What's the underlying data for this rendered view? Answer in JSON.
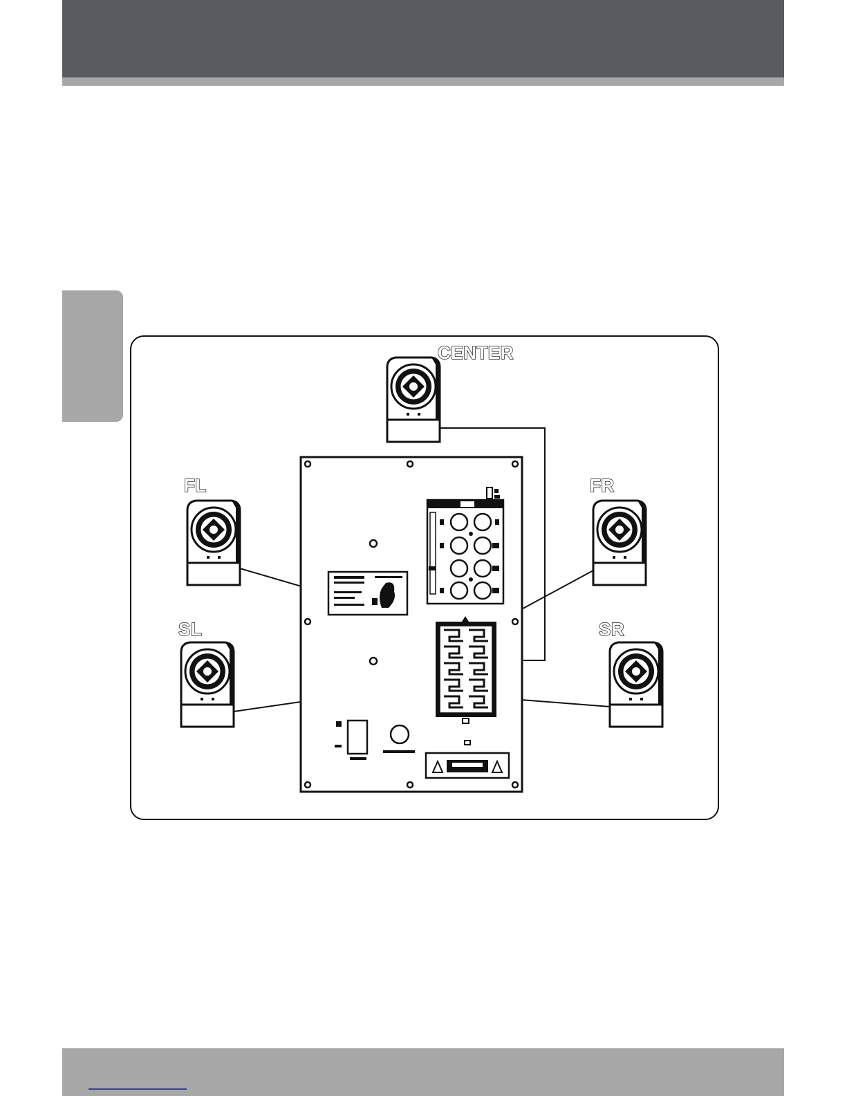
{
  "speakers": {
    "center": "CENTER",
    "front_left": "FL",
    "front_right": "FR",
    "surround_left": "SL",
    "surround_right": "SR"
  },
  "colors": {
    "header": "#595b60",
    "accent_gray": "#a7a7a7",
    "line": "#111111"
  }
}
